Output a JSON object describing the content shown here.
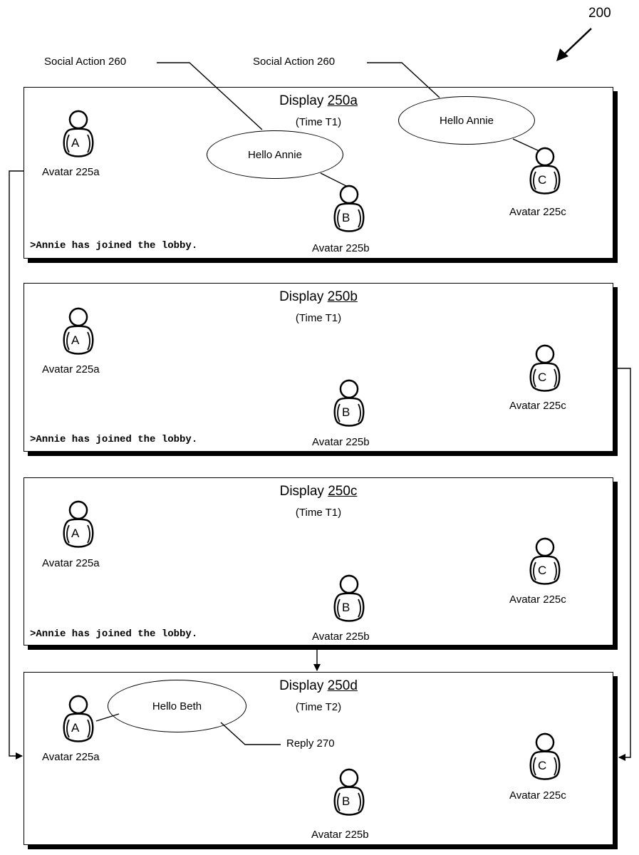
{
  "figure": {
    "number": "200",
    "callouts": {
      "social_action_left": "Social Action 260",
      "social_action_right": "Social Action 260",
      "reply": "Reply 270"
    }
  },
  "displays": [
    {
      "title_prefix": "Display ",
      "ref": "250a",
      "time": "(Time T1)",
      "console": ">Annie has joined the lobby.",
      "bubbles": [
        {
          "owner": "B",
          "text": "Hello Annie"
        },
        {
          "owner": "C",
          "text": "Hello Annie"
        }
      ],
      "avatars": [
        {
          "letter": "A",
          "label": "Avatar 225a"
        },
        {
          "letter": "B",
          "label": "Avatar 225b"
        },
        {
          "letter": "C",
          "label": "Avatar 225c"
        }
      ]
    },
    {
      "title_prefix": "Display ",
      "ref": "250b",
      "time": "(Time T1)",
      "console": ">Annie has joined the lobby.",
      "avatars": [
        {
          "letter": "A",
          "label": "Avatar 225a"
        },
        {
          "letter": "B",
          "label": "Avatar 225b"
        },
        {
          "letter": "C",
          "label": "Avatar 225c"
        }
      ]
    },
    {
      "title_prefix": "Display ",
      "ref": "250c",
      "time": "(Time T1)",
      "console": ">Annie has joined the lobby.",
      "avatars": [
        {
          "letter": "A",
          "label": "Avatar 225a"
        },
        {
          "letter": "B",
          "label": "Avatar 225b"
        },
        {
          "letter": "C",
          "label": "Avatar 225c"
        }
      ]
    },
    {
      "title_prefix": "Display ",
      "ref": "250d",
      "time": "(Time T2)",
      "bubbles": [
        {
          "owner": "A",
          "text": "Hello Beth"
        }
      ],
      "avatars": [
        {
          "letter": "A",
          "label": "Avatar 225a"
        },
        {
          "letter": "B",
          "label": "Avatar 225b"
        },
        {
          "letter": "C",
          "label": "Avatar 225c"
        }
      ]
    }
  ]
}
